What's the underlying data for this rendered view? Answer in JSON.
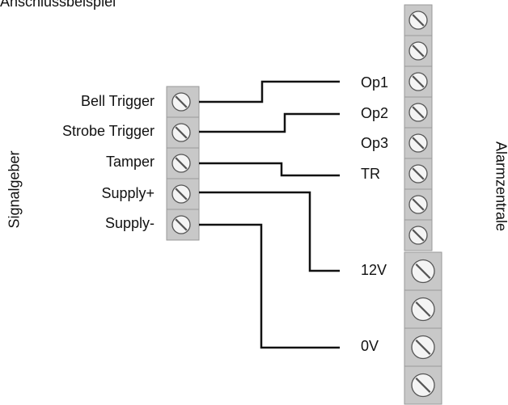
{
  "title": "Anschlussbeispiel",
  "left_label": "Signalgeber",
  "right_label": "Alarmzentrale",
  "signalgeber_terminals": [
    "Bell Trigger",
    "Strobe Trigger",
    "Tamper",
    "Supply+",
    "Supply-"
  ],
  "alarm_terminals": [
    "Op1",
    "Op2",
    "Op3",
    "TR",
    "12V",
    "0V"
  ],
  "connections": [
    {
      "from": "Bell Trigger",
      "to": "Op1"
    },
    {
      "from": "Strobe Trigger",
      "to": "Op2"
    },
    {
      "from": "Tamper",
      "to": "TR"
    },
    {
      "from": "Supply+",
      "to": "12V"
    },
    {
      "from": "Supply-",
      "to": "0V"
    }
  ],
  "colors": {
    "terminal_block": "#c8c8c8",
    "wire": "#111111",
    "text": "#111111"
  }
}
